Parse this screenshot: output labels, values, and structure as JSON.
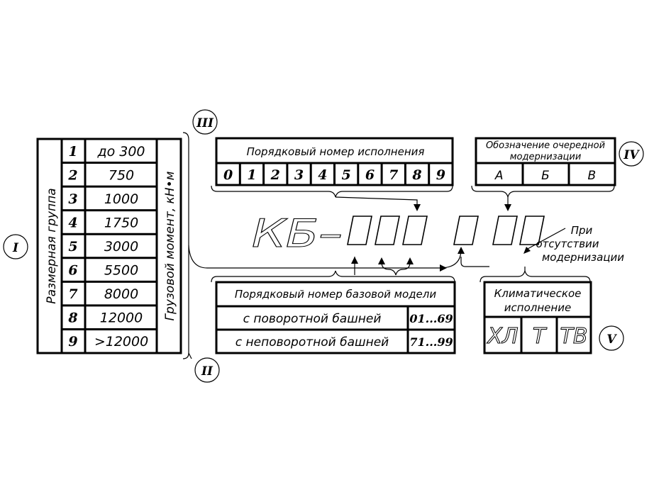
{
  "size_group": {
    "title": "Размерная группа",
    "unit_title": "Грузовой момент, кН•м",
    "rows": [
      {
        "group": "1",
        "moment": "до 300"
      },
      {
        "group": "2",
        "moment": "750"
      },
      {
        "group": "3",
        "moment": "1000"
      },
      {
        "group": "4",
        "moment": "1750"
      },
      {
        "group": "5",
        "moment": "3000"
      },
      {
        "group": "6",
        "moment": "5500"
      },
      {
        "group": "7",
        "moment": "8000"
      },
      {
        "group": "8",
        "moment": "12000"
      },
      {
        "group": "9",
        "moment": ">12000"
      }
    ]
  },
  "execution_number": {
    "title": "Порядковый номер исполнения",
    "digits": [
      "0",
      "1",
      "2",
      "3",
      "4",
      "5",
      "6",
      "7",
      "8",
      "9"
    ]
  },
  "modernization": {
    "title_line1": "Обозначение очередной",
    "title_line2": "модернизации",
    "options": [
      "А",
      "Б",
      "В"
    ]
  },
  "base_model": {
    "title": "Порядковый номер базовой модели",
    "rows": [
      {
        "label": "с поворотной башней",
        "range": "01...69"
      },
      {
        "label": "с неповоротной башней",
        "range": "71...99"
      }
    ]
  },
  "climate": {
    "title_line1": "Климатическое",
    "title_line2": "исполнение",
    "options": [
      "ХЛ",
      "Т",
      "ТВ"
    ]
  },
  "code": {
    "prefix": "КБ–"
  },
  "note": {
    "line1": "При",
    "line2": "отсутствии",
    "line3": "модернизации"
  },
  "markers": {
    "I": "I",
    "II": "II",
    "III": "III",
    "IV": "IV",
    "V": "V"
  }
}
